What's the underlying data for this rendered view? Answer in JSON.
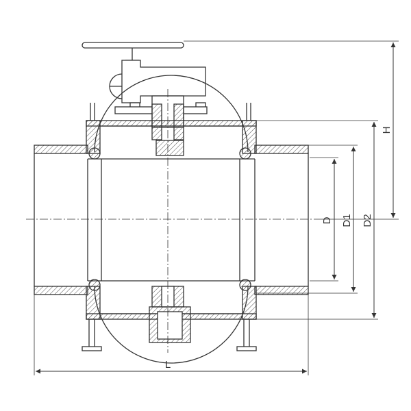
{
  "dimensions": {
    "D": "D",
    "D1": "D1",
    "D2": "D2",
    "H": "H",
    "L": "L"
  },
  "colors": {
    "line": "#333333",
    "hatch": "#555555",
    "background": "#ffffff"
  }
}
